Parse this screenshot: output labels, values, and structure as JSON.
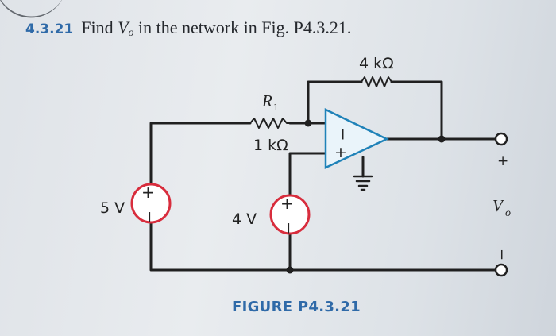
{
  "problem": {
    "number": "4.3.21",
    "text_before": "Find ",
    "symbol": "V",
    "subscript": "o",
    "text_after": " in the network in Fig. P4.3.21."
  },
  "circuit": {
    "source_left": {
      "label": "5 V",
      "plus": "+",
      "minus": "−"
    },
    "source_middle": {
      "label": "4 V",
      "plus": "+",
      "minus": "−"
    },
    "resistor_r1": {
      "name": "R",
      "subscript": "1",
      "value": "1 kΩ"
    },
    "feedback_resistor": {
      "value": "4 kΩ"
    },
    "opamp": {
      "inverting": "−",
      "noninverting": "+"
    },
    "output": {
      "plus": "+",
      "symbol": "V",
      "subscript": "o",
      "minus": "−"
    }
  },
  "caption": "FIGURE P4.3.21",
  "colors": {
    "wire": "#202020",
    "opamp_outline": "#1f82b8",
    "opamp_fill": "#eaf4fa",
    "source_outline": "#d82d3d",
    "accent_blue": "#2f6aa8"
  }
}
